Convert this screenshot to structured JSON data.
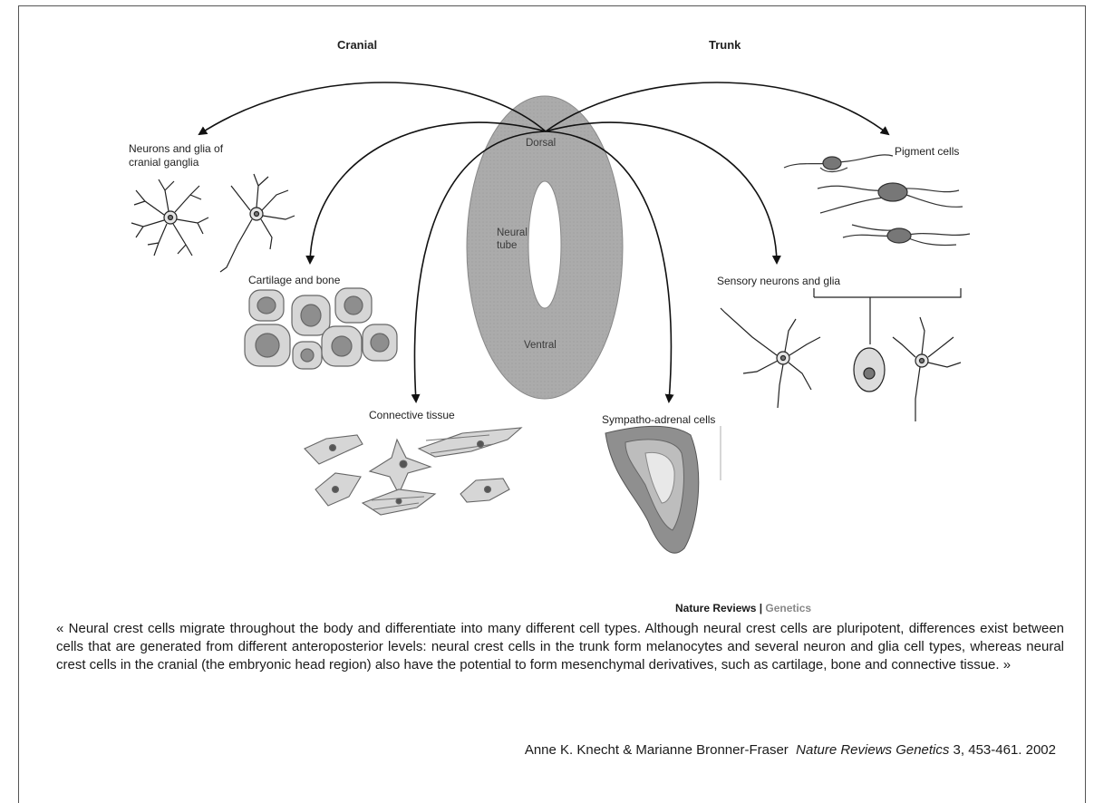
{
  "figure": {
    "cranial_label": "Cranial",
    "trunk_label": "Trunk",
    "neural_tube": {
      "dorsal": "Dorsal",
      "neural_tube": "Neural tube",
      "ventral": "Ventral"
    },
    "cell_types": {
      "neurons_glia_cranial": "Neurons and glia of cranial ganglia",
      "cartilage_bone": "Cartilage and bone",
      "connective_tissue": "Connective tissue",
      "sympatho_adrenal": "Sympatho-adrenal cells",
      "sensory_neurons": "Sensory neurons and glia",
      "pigment_cells": "Pigment cells"
    },
    "credit": {
      "journal": "Nature Reviews",
      "separator": " | ",
      "section": "Genetics"
    }
  },
  "quote": "« Neural crest cells migrate throughout the body and differentiate into many different cell types. Although neural crest cells are pluripotent, differences exist between cells that are generated from different anteroposterior levels: neural crest cells in the trunk form melanocytes and several neuron and glia cell types, whereas neural crest cells in the cranial (the embryonic head region) also have the potential to form mesenchymal derivatives, such as cartilage, bone and connective tissue. »",
  "citation": {
    "authors": "Anne K. Knecht & Marianne Bronner-Fraser",
    "journal": "Nature Reviews Genetics",
    "details": " 3, 453-461. 2002"
  },
  "colors": {
    "tube": "#a9a9a9",
    "cell_fill": "#d9d9d9",
    "nucleus": "#8c8c8c",
    "arrow": "#111111"
  }
}
